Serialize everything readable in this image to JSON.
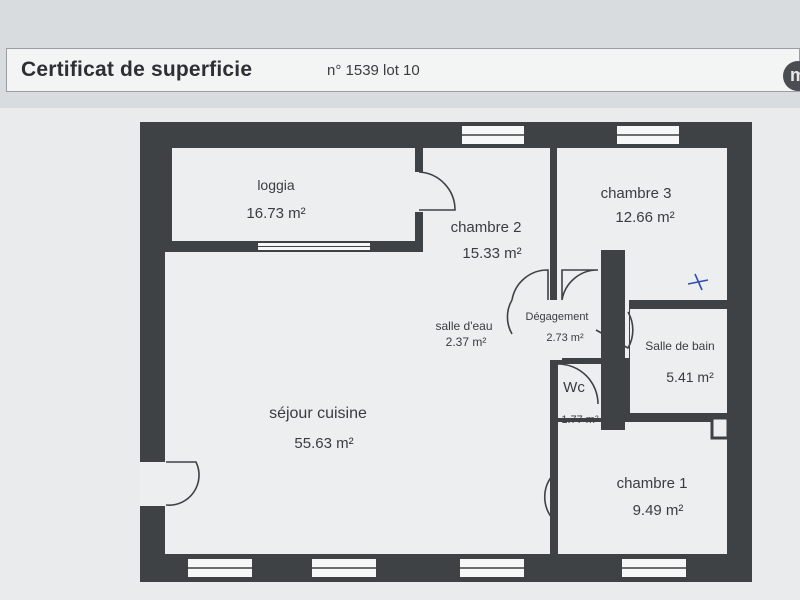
{
  "header": {
    "title": "Certificat de superficie",
    "subtitle": "n° 1539  lot 10",
    "logo_letter": "m"
  },
  "rooms": {
    "loggia": {
      "name": "loggia",
      "area": "16.73 m²"
    },
    "chambre2": {
      "name": "chambre 2",
      "area": "15.33 m²"
    },
    "chambre3": {
      "name": "chambre 3",
      "area": "12.66 m²"
    },
    "salle_eau": {
      "name": "salle d'eau",
      "area": "2.37 m²"
    },
    "degagement": {
      "name": "Dégagement",
      "area": "2.73 m²"
    },
    "salle_bain": {
      "name": "Salle de bain",
      "area": "5.41 m²"
    },
    "wc": {
      "name": "Wc",
      "area": "1.77 m²"
    },
    "sejour": {
      "name": "séjour cuisine",
      "area": "55.63 m²"
    },
    "chambre1": {
      "name": "chambre 1",
      "area": "9.49 m²"
    }
  },
  "colors": {
    "wall": "#3f4245",
    "floor": "#eceeef",
    "window": "#f6f7f7",
    "pen_mark": "#2f4fb0"
  }
}
